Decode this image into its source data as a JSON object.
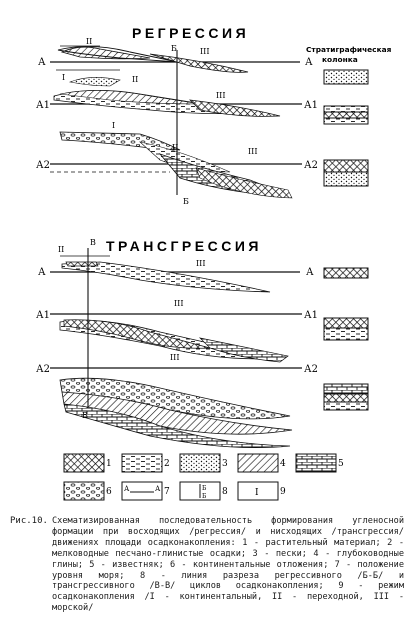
{
  "headings": {
    "regression": "РЕГРЕССИЯ",
    "transgression": "ТРАНСГРЕССИЯ"
  },
  "strat_column_title_line1": "Стратиграфическая",
  "strat_column_title_line2": "колонка",
  "levels": {
    "a": "А",
    "a1": "А1",
    "a2": "А2"
  },
  "section_lines": {
    "b_top": "Б",
    "b_bottom": "Б",
    "v_top": "В",
    "v_bottom": "В"
  },
  "regimes": {
    "continental": "I",
    "transitional": "II",
    "marine": "III"
  },
  "legend": [
    {
      "num": "1",
      "pattern": "crosshatch"
    },
    {
      "num": "2",
      "pattern": "dashes"
    },
    {
      "num": "3",
      "pattern": "dots"
    },
    {
      "num": "4",
      "pattern": "diagonal"
    },
    {
      "num": "5",
      "pattern": "brick"
    },
    {
      "num": "6",
      "pattern": "ovals"
    },
    {
      "num": "7",
      "pattern": "sea-level"
    },
    {
      "num": "8",
      "pattern": "section-line"
    },
    {
      "num": "9",
      "pattern": "regime"
    }
  ],
  "legend_symbols": {
    "seven_left": "А",
    "seven_right": "А",
    "eight_top": "Б",
    "eight_bottom": "Б",
    "nine": "I"
  },
  "caption_label": "Рис.10.",
  "caption": "Схематизированная последовательность формирования угленосной формации при восходящих /регрессия/ и нисходящих /трансгрессия/ движениях площади осадконакопления: 1 - растительный материал; 2 - мелководные песчано-глинистые осадки; 3 - пески; 4 - глубоководные глины; 5 - известняк; 6 - континентальные отложения; 7 - положение уровня моря; 8 - линия разреза регрессивного /Б-Б/ и трансгрессивного /В-В/ циклов осадконакопления; 9 - режим осадконакопления /I - континентальный, II - переходной, III - морской/"
}
